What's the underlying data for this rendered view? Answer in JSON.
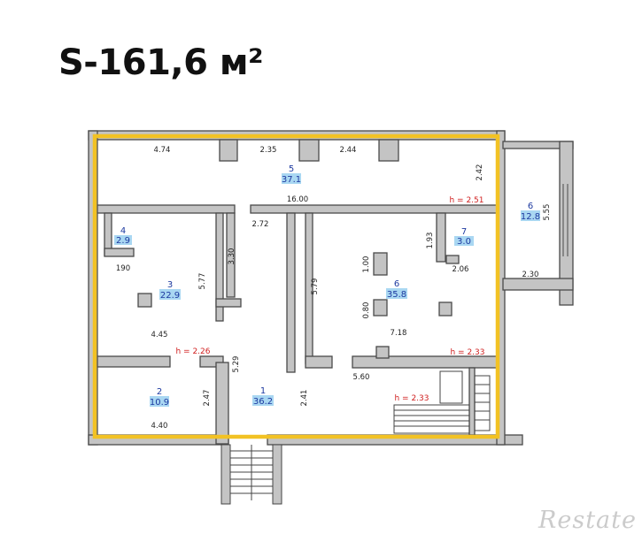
{
  "heading": "S-161,6 м²",
  "rooms": [
    {
      "id": "r5",
      "num": "5",
      "area": "37.1"
    },
    {
      "id": "r6b",
      "num": "6",
      "area": "12.8"
    },
    {
      "id": "r4",
      "num": "4",
      "area": "2.9"
    },
    {
      "id": "r7",
      "num": "7",
      "area": "3.0"
    },
    {
      "id": "r3",
      "num": "3",
      "area": "22.9"
    },
    {
      "id": "r6",
      "num": "6",
      "area": "35.8"
    },
    {
      "id": "r2",
      "num": "2",
      "area": "10.9"
    },
    {
      "id": "r1",
      "num": "1",
      "area": "36.2"
    }
  ],
  "dimensions": [
    "4.74",
    "2.35",
    "2.44",
    "2.42",
    "16.00",
    "5.55",
    "2.72",
    "3.30",
    "1.93",
    "190",
    "5.77",
    "5.79",
    "1.00",
    "2.06",
    "2.30",
    "0.80",
    "7.18",
    "4.45",
    "5.29",
    "5.60",
    "2.47",
    "2.41",
    "4.40"
  ],
  "heights": [
    "h = 2.51",
    "h = 2.26",
    "h = 2.33",
    "h = 2.33"
  ],
  "colors": {
    "highlight": "#f2c224",
    "wall": "#c4c4c4",
    "wall_edge": "#4a4a4a",
    "tag": "#a9d7f2",
    "height_text": "#d02020"
  },
  "watermark": "Restate"
}
